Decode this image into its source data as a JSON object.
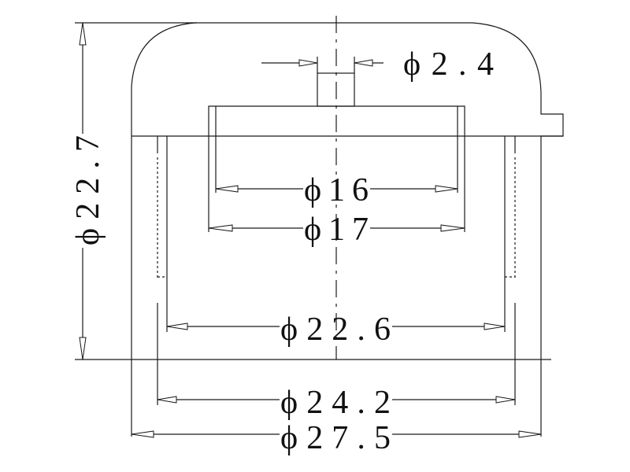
{
  "drawing": {
    "dimensions": {
      "pin_diameter": "ϕ2.4",
      "inner_bore_small": "ϕ16",
      "inner_bore_large": "ϕ17",
      "inner_skirt": "ϕ22.6",
      "height": "ϕ22.7",
      "middle_skirt": "ϕ24.2",
      "outer_diameter": "ϕ27.5"
    }
  }
}
